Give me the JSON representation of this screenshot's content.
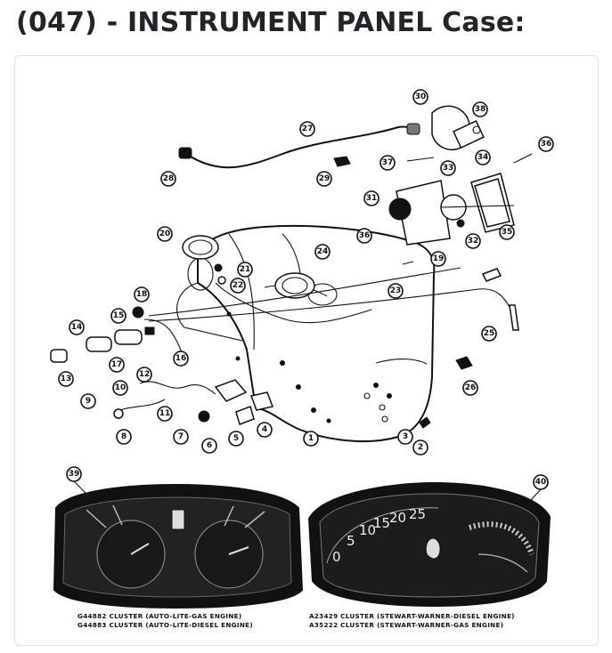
{
  "page": {
    "title": "(047) - INSTRUMENT PANEL Case:"
  },
  "diagram": {
    "callouts": [
      "1",
      "2",
      "3",
      "4",
      "5",
      "6",
      "7",
      "8",
      "9",
      "10",
      "11",
      "12",
      "13",
      "14",
      "15",
      "16",
      "17",
      "18",
      "19",
      "20",
      "21",
      "22",
      "23",
      "24",
      "25",
      "26",
      "27",
      "28",
      "29",
      "30",
      "31",
      "32",
      "33",
      "34",
      "35",
      "36",
      "37",
      "38",
      "39",
      "40"
    ],
    "cluster_left": {
      "caption_line1": "G44882 CLUSTER (AUTO-LITE-GAS ENGINE)",
      "caption_line2": "G44883 CLUSTER (AUTO-LITE-DIESEL ENGINE)"
    },
    "cluster_right": {
      "caption_line1": "A23429 CLUSTER (STEWART-WARNER-DIESEL ENGINE)",
      "caption_line2": "A35222 CLUSTER (STEWART-WARNER-GAS ENGINE)",
      "dial_numbers": [
        "0",
        "5",
        "10",
        "15",
        "20",
        "25"
      ]
    }
  }
}
